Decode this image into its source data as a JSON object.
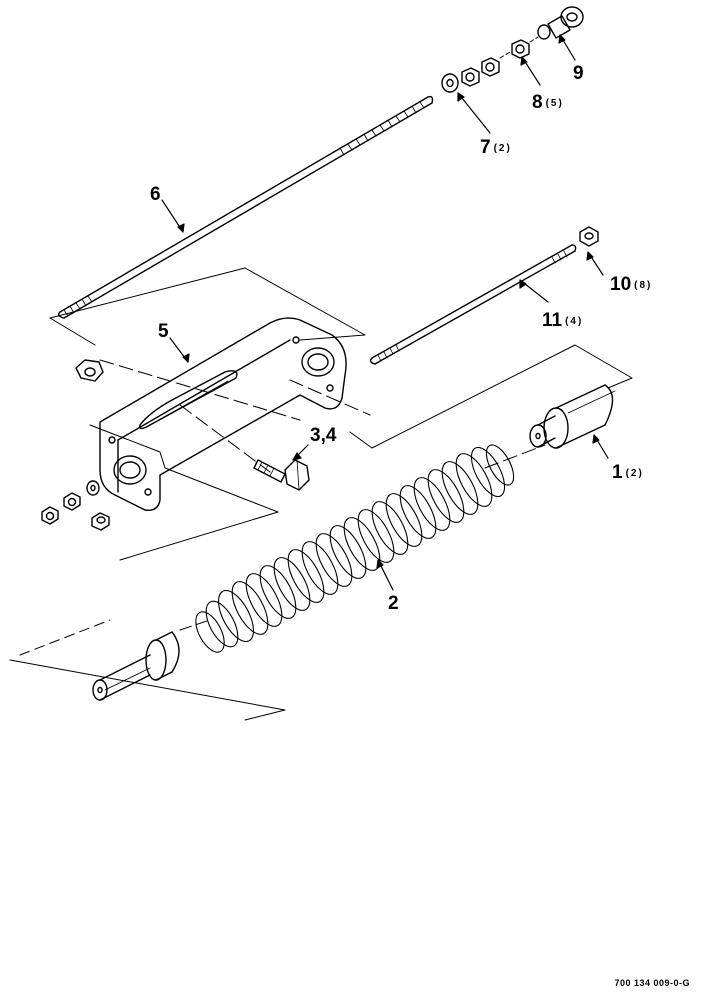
{
  "callouts": [
    {
      "id": "9",
      "label": "9",
      "qty": ""
    },
    {
      "id": "8",
      "label": "8",
      "qty": "(5)"
    },
    {
      "id": "7",
      "label": "7",
      "qty": "(2)"
    },
    {
      "id": "6",
      "label": "6",
      "qty": ""
    },
    {
      "id": "10",
      "label": "10",
      "qty": "(8)"
    },
    {
      "id": "11",
      "label": "11",
      "qty": "(4)"
    },
    {
      "id": "5",
      "label": "5",
      "qty": ""
    },
    {
      "id": "3,4",
      "label": "3,4",
      "qty": ""
    },
    {
      "id": "1",
      "label": "1",
      "qty": "(2)"
    },
    {
      "id": "2",
      "label": "2",
      "qty": ""
    }
  ],
  "figure_id": "700 134 009-0-G",
  "colors": {
    "ink": "#000000",
    "paper": "#ffffff"
  }
}
